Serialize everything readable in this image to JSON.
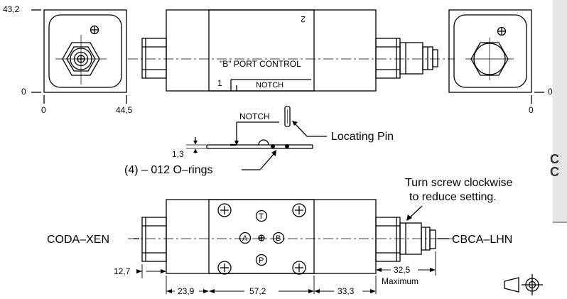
{
  "top_view": {
    "left_face": {
      "dim_y_top": "43,2",
      "dim_y_bottom": "0",
      "dim_x_left": "0",
      "dim_x_right": "44,5"
    },
    "right_face": {
      "dim_y_bottom": "0",
      "dim_x_left": "0"
    },
    "body": {
      "mark_2": "2",
      "mark_1": "1",
      "port_label": "\"B\" PORT CONTROL",
      "notch_label": "NOTCH"
    }
  },
  "detail": {
    "notch_label": "NOTCH",
    "pin_label": "Locating Pin",
    "thickness": "1,3",
    "orings_label": "(4) – 012 O–rings"
  },
  "bottom_view": {
    "left_name": "CODA–XEN",
    "right_name": "CBCA–LHN",
    "ports": {
      "t": "T",
      "a": "A",
      "b": "B",
      "p": "P"
    },
    "screw_note_line1": "Turn screw clockwise",
    "screw_note_line2": "to reduce setting.",
    "dims": {
      "d1": "12,7",
      "d2": "23,9",
      "d3": "57,2",
      "d4": "33,3",
      "d5": "32,5",
      "d5_note": "Maximum"
    }
  },
  "strip_chars": [
    "C",
    "C"
  ]
}
